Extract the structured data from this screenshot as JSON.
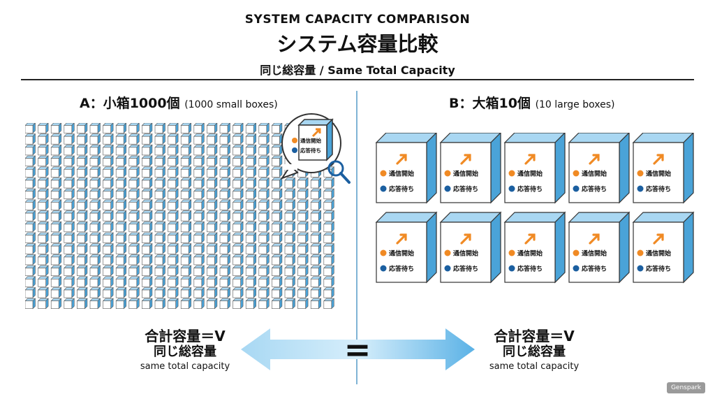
{
  "header": {
    "title_en": "SYSTEM CAPACITY COMPARISON",
    "title_jp": "システム容量比較",
    "subtitle": "同じ総容量 / Same Total Capacity"
  },
  "left": {
    "heading": "A：小箱1000個",
    "heading_note": "(1000 small boxes)",
    "magnifier": {
      "line1": "通信開始",
      "line2": "応答待ち",
      "icon1": "up-arrow-icon",
      "icon2": "clock-icon"
    },
    "total_line1": "合計容量＝V",
    "total_line2": "同じ総容量",
    "total_line3": "same total capacity"
  },
  "right": {
    "heading": "B：大箱10個",
    "heading_note": "(10 large boxes)",
    "box_line1": "通信開始",
    "box_line2": "応答待ち",
    "total_line1": "合計容量＝V",
    "total_line2": "同じ総容量",
    "total_line3": "same total capacity"
  },
  "center": {
    "equals": "="
  },
  "brand": "Genspark",
  "colors": {
    "box_face": "#ffffff",
    "box_side": "#4aa3d8",
    "box_top": "#a9d7f2",
    "icon_orange": "#f08a24",
    "icon_blue": "#1b5fa0",
    "arrow": "#7fc4ec",
    "divider": "#7fb3d5"
  }
}
